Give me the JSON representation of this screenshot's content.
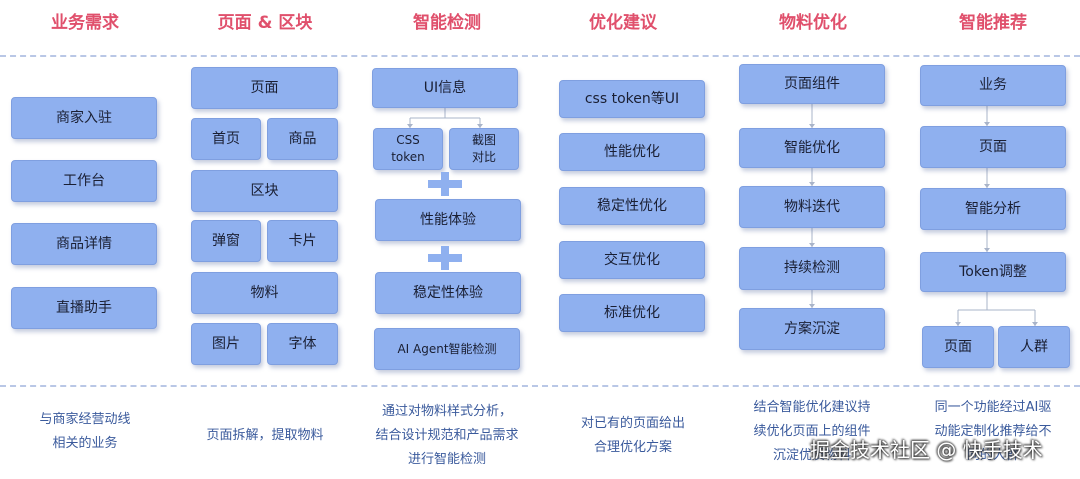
{
  "columns": [
    {
      "title": "业务需求",
      "description": "与商家经营动线\n相关的业务"
    },
    {
      "title": "页面 & 区块",
      "description": "页面拆解，提取物料"
    },
    {
      "title": "智能检测",
      "description": "通过对物料样式分析，\n结合设计规范和产品需求\n进行智能检测"
    },
    {
      "title": "优化建议",
      "description": "对已有的页面给出\n合理优化方案"
    },
    {
      "title": "物料优化",
      "description": "结合智能优化建议持\n续优化页面上的组件\n沉淀优质物料"
    },
    {
      "title": "智能推荐",
      "description": "同一个功能经过AI驱\n动能定制化推荐给不\n同的人群"
    }
  ],
  "business": [
    "商家入驻",
    "工作台",
    "商品详情",
    "直播助手"
  ],
  "pages_blocks": {
    "page": "页面",
    "home": "首页",
    "product": "商品",
    "block": "区块",
    "popup": "弹窗",
    "card": "卡片",
    "material": "物料",
    "image": "图片",
    "font": "字体"
  },
  "detection": {
    "ui_info": "UI信息",
    "css_token": "CSS\ntoken",
    "screenshot_compare": "截图\n对比",
    "performance": "性能体验",
    "stability": "稳定性体验",
    "agent": "AI Agent智能检测"
  },
  "suggestions": [
    "css token等UI",
    "性能优化",
    "稳定性优化",
    "交互优化",
    "标准优化"
  ],
  "material_opt": [
    "页面组件",
    "智能优化",
    "物料迭代",
    "持续检测",
    "方案沉淀"
  ],
  "recommend": {
    "business": "业务",
    "page": "页面",
    "analysis": "智能分析",
    "token": "Token调整",
    "page2": "页面",
    "crowd": "人群"
  },
  "watermark": "掘金技术社区 @ 快手技术",
  "colors": {
    "title": "#e0506c",
    "box": "#8fb0ef",
    "desc": "#3a5a9c",
    "divider": "#b9c7e6"
  }
}
